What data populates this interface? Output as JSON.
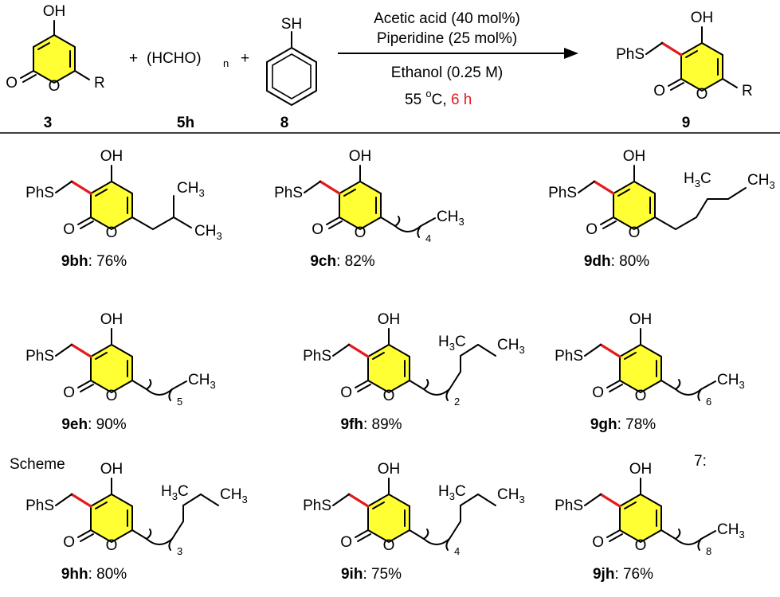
{
  "reactants": {
    "pyranone": {
      "number": "3",
      "oh": "OH",
      "o_carbonyl": "O",
      "o_ring": "O",
      "r": "R"
    },
    "formaldehyde": {
      "plus": "+",
      "formula": "(HCHO)",
      "subscript": "n",
      "number": "5h"
    },
    "thiophenol": {
      "plus": "+",
      "sh": "SH",
      "number": "8"
    }
  },
  "conditions": {
    "line1": "Acetic acid (40 mol%)",
    "line2": "Piperidine (25 mol%)",
    "line3": "Ethanol (0.25 M)",
    "temp_prefix": "55 ",
    "temp_sup": "o",
    "temp_suffix": "C, ",
    "time": "6 h",
    "time_color": "#e31a1c"
  },
  "general_product": {
    "number": "9",
    "phs": "PhS",
    "oh": "OH",
    "o_carbonyl": "O",
    "o_ring": "O",
    "r": "R"
  },
  "caption": {
    "scheme": "Scheme",
    "number": "7:"
  },
  "colors": {
    "ring_fill": "#ffff33",
    "new_bond": "#e31a1c"
  },
  "products": [
    {
      "id": "9bh",
      "yield": ": 76%",
      "chain": "isobutyl",
      "labels": [
        "CH3",
        "CH3"
      ]
    },
    {
      "id": "9ch",
      "yield": ": 82%",
      "chain": "alkyl",
      "repeat": "4",
      "terminal": "CH3"
    },
    {
      "id": "9dh",
      "yield": ": 80%",
      "chain": "isopentyl",
      "labels": [
        "H3C",
        "CH3"
      ]
    },
    {
      "id": "9eh",
      "yield": ": 90%",
      "chain": "alkyl",
      "repeat": "5",
      "terminal": "CH3"
    },
    {
      "id": "9fh",
      "yield": ": 89%",
      "chain": "branched",
      "repeat": "2",
      "labels": [
        "H3C",
        "CH3"
      ]
    },
    {
      "id": "9gh",
      "yield": ": 78%",
      "chain": "alkyl",
      "repeat": "6",
      "terminal": "CH3"
    },
    {
      "id": "9hh",
      "yield": ": 80%",
      "chain": "branched",
      "repeat": "3",
      "labels": [
        "H3C",
        "CH3"
      ]
    },
    {
      "id": "9ih",
      "yield": ": 75%",
      "chain": "branched",
      "repeat": "4",
      "labels": [
        "H3C",
        "CH3"
      ]
    },
    {
      "id": "9jh",
      "yield": ": 76%",
      "chain": "alkyl",
      "repeat": "8",
      "terminal": "CH3"
    }
  ]
}
